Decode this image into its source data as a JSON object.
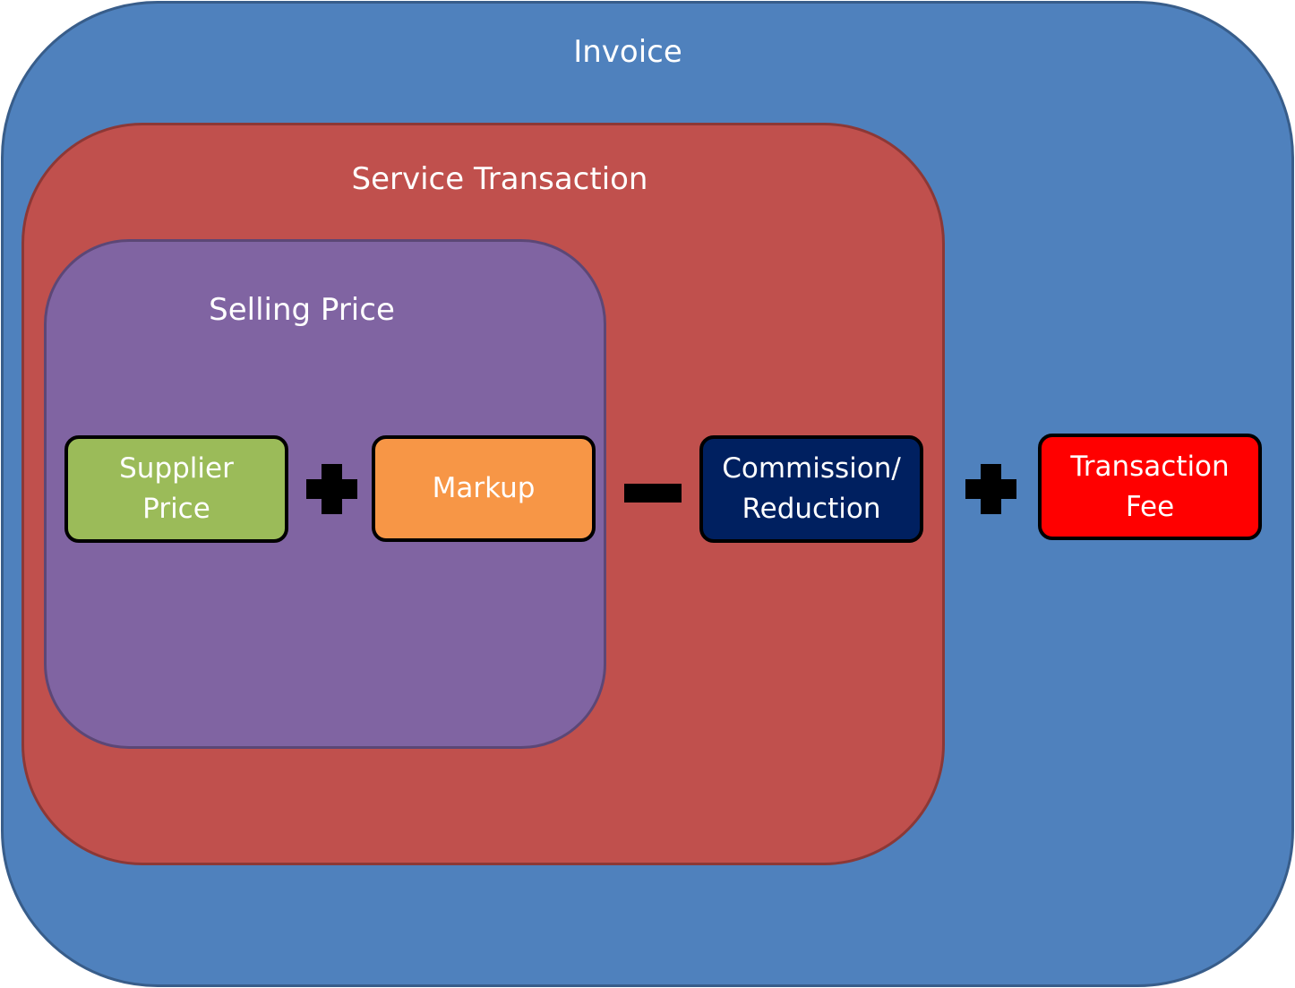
{
  "colors": {
    "invoice": "#4f81bd",
    "service_transaction": "#c0504d",
    "selling_price": "#8064a2",
    "supplier_price": "#9bbb59",
    "markup": "#f79646",
    "commission": "#002060",
    "transaction_fee": "#ff0000",
    "operator": "#000000"
  },
  "regions": {
    "invoice": {
      "title": "Invoice"
    },
    "service_transaction": {
      "title": "Service Transaction"
    },
    "selling_price": {
      "title": "Selling Price"
    }
  },
  "components": {
    "supplier_price": {
      "label": "Supplier\nPrice"
    },
    "markup": {
      "label": "Markup"
    },
    "commission": {
      "label": "Commission/\nReduction"
    },
    "transaction_fee": {
      "label": "Transaction\nFee"
    }
  },
  "operators": [
    "plus-icon",
    "minus-icon",
    "plus-icon"
  ]
}
